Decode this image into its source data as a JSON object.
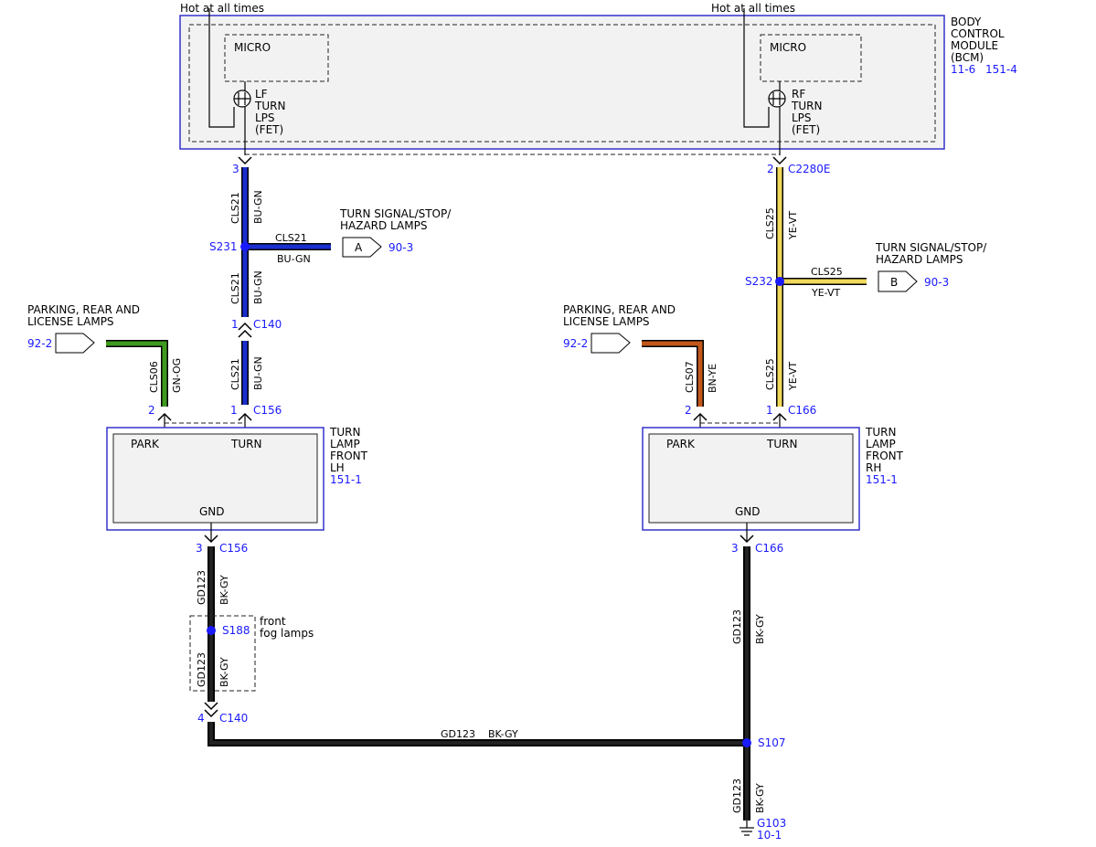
{
  "colors": {
    "background": "#ffffff",
    "module_border": "#3333cc",
    "module_fill": "#f2f2f2",
    "reference_text": "#1a1aff",
    "splice_dot": "#1a1aff",
    "wire_bu_gn": "#1a2fcf",
    "wire_ye_vt": "#f0d85a",
    "wire_gn_og": "#3f9a1f",
    "wire_bn_ye": "#c2571a",
    "wire_bk_gy": "#1a1a1a"
  },
  "bcm": {
    "hot_left": "Hot at all times",
    "hot_right": "Hot at all times",
    "micro_left": "MICRO",
    "micro_right": "MICRO",
    "fet_left": [
      "LF",
      "TURN",
      "LPS",
      "(FET)"
    ],
    "fet_right": [
      "RF",
      "TURN",
      "LPS",
      "(FET)"
    ],
    "name": [
      "BODY",
      "CONTROL",
      "MODULE",
      "(BCM)"
    ],
    "refs": [
      "11-6",
      "151-4"
    ],
    "pin_left": "3",
    "pin_right": "2",
    "connector": "C2280E"
  },
  "left_side": {
    "wire_upper": {
      "circuit": "CLS21",
      "color": "BU-GN"
    },
    "splice": "S231",
    "branch": {
      "circuit": "CLS21",
      "color": "BU-GN",
      "connector": "A",
      "destination": [
        "TURN SIGNAL/STOP/",
        "HAZARD LAMPS"
      ],
      "ref": "90-3"
    },
    "wire_mid": {
      "circuit": "CLS21",
      "color": "BU-GN"
    },
    "c140_pin": "1",
    "c140": "C140",
    "wire_lower": {
      "circuit": "CLS21",
      "color": "BU-GN"
    },
    "park_feed": {
      "destination": [
        "PARKING, REAR AND",
        "LICENSE LAMPS"
      ],
      "ref": "92-2",
      "circuit": "CLS06",
      "color": "GN-OG"
    },
    "lamp_pin_park": "2",
    "lamp_pin_turn": "1",
    "lamp_connector": "C156",
    "lamp": {
      "park": "PARK",
      "turn": "TURN",
      "gnd": "GND",
      "name": [
        "TURN",
        "LAMP",
        "FRONT",
        "LH"
      ],
      "ref": "151-1"
    },
    "gnd_pin": "3",
    "gnd_connector": "C156",
    "gnd_wire_upper": {
      "circuit": "GD123",
      "color": "BK-GY"
    },
    "splice_s188": "S188",
    "fog_note": [
      "front",
      "fog lamps"
    ],
    "gnd_wire_lower": {
      "circuit": "GD123",
      "color": "BK-GY"
    },
    "c140_gnd_pin": "4",
    "c140_gnd": "C140"
  },
  "right_side": {
    "wire_upper": {
      "circuit": "CLS25",
      "color": "YE-VT"
    },
    "splice": "S232",
    "branch": {
      "circuit": "CLS25",
      "color": "YE-VT",
      "connector": "B",
      "destination": [
        "TURN SIGNAL/STOP/",
        "HAZARD LAMPS"
      ],
      "ref": "90-3"
    },
    "wire_lower": {
      "circuit": "CLS25",
      "color": "YE-VT"
    },
    "park_feed": {
      "destination": [
        "PARKING, REAR AND",
        "LICENSE LAMPS"
      ],
      "ref": "92-2",
      "circuit": "CLS07",
      "color": "BN-YE"
    },
    "lamp_pin_park": "2",
    "lamp_pin_turn": "1",
    "lamp_connector": "C166",
    "lamp": {
      "park": "PARK",
      "turn": "TURN",
      "gnd": "GND",
      "name": [
        "TURN",
        "LAMP",
        "FRONT",
        "RH"
      ],
      "ref": "151-1"
    },
    "gnd_pin": "3",
    "gnd_connector": "C166",
    "gnd_wire": {
      "circuit": "GD123",
      "color": "BK-GY"
    }
  },
  "ground_path": {
    "horizontal": {
      "circuit": "GD123",
      "color": "BK-GY"
    },
    "splice": "S107",
    "drop": {
      "circuit": "GD123",
      "color": "BK-GY"
    },
    "ground": "G103",
    "ground_ref": "10-1"
  }
}
